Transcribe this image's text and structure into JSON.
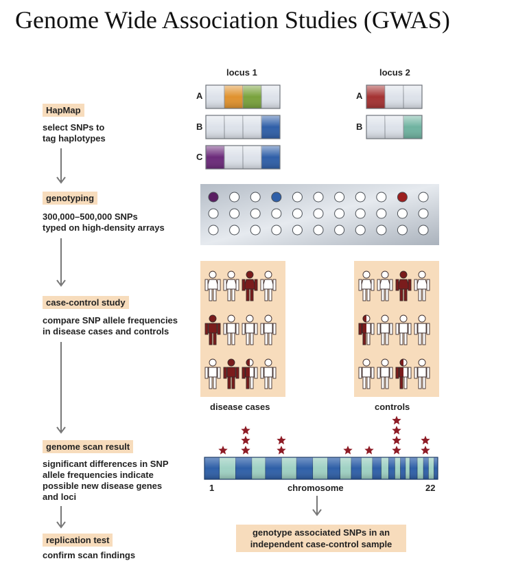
{
  "title": "Genome Wide Association Studies (GWAS)",
  "stages": [
    {
      "tag": "HapMap",
      "desc": "select SNPs to\ntag haplotypes"
    },
    {
      "tag": "genotyping",
      "desc": "300,000–500,000 SNPs\ntyped on high-density arrays"
    },
    {
      "tag": "case-control study",
      "desc": "compare SNP allele frequencies\nin disease cases and controls"
    },
    {
      "tag": "genome scan result",
      "desc": "significant differences in SNP\nallele frequencies indicate\npossible new disease genes\nand loci"
    },
    {
      "tag": "replication test",
      "desc": "confirm scan findings"
    }
  ],
  "haplotypes": {
    "locus1_label": "locus 1",
    "locus2_label": "locus 2",
    "locus1_rows": [
      {
        "label": "A",
        "colors": [
          "#dde2ea",
          "#e0922e",
          "#79a23c",
          "#dde2ea"
        ]
      },
      {
        "label": "B",
        "colors": [
          "#dde2ea",
          "#dde2ea",
          "#dde2ea",
          "#2f5fa8"
        ]
      },
      {
        "label": "C",
        "colors": [
          "#6b2a7a",
          "#dde2ea",
          "#dde2ea",
          "#2f5fa8"
        ]
      }
    ],
    "locus2_rows": [
      {
        "label": "A",
        "colors": [
          "#a43232",
          "#dde2ea",
          "#dde2ea"
        ]
      },
      {
        "label": "B",
        "colors": [
          "#dde2ea",
          "#dde2ea",
          "#6fb3a0"
        ]
      }
    ]
  },
  "array_highlights": [
    {
      "row": 0,
      "col": 0,
      "color": "#5a1e62"
    },
    {
      "row": 0,
      "col": 3,
      "color": "#2f5fa8"
    },
    {
      "row": 0,
      "col": 9,
      "color": "#9c1f1f"
    }
  ],
  "groups": {
    "cases_label": "disease cases",
    "controls_label": "controls",
    "cases": [
      [
        "w",
        "w",
        "d",
        "w"
      ],
      [
        "d",
        "w",
        "w",
        "w"
      ],
      [
        "w",
        "d",
        "h",
        "w"
      ]
    ],
    "controls": [
      [
        "w",
        "w",
        "d",
        "w"
      ],
      [
        "h",
        "w",
        "w",
        "w"
      ],
      [
        "w",
        "w",
        "h",
        "w"
      ]
    ]
  },
  "chromosome": {
    "start_label": "1",
    "center_label": "chromosome",
    "end_label": "22",
    "star_stacks": [
      1,
      3,
      2,
      1,
      1,
      4,
      2
    ]
  },
  "replication_box": "genotype associated SNPs in an\nindependent case-control sample",
  "colors": {
    "tag_bg": "#f7dcbc",
    "disease": "#7a1c1c",
    "star": "#8e1c26",
    "chrom_blue": "#2e5fa8",
    "chrom_green": "#9fd1c3"
  }
}
